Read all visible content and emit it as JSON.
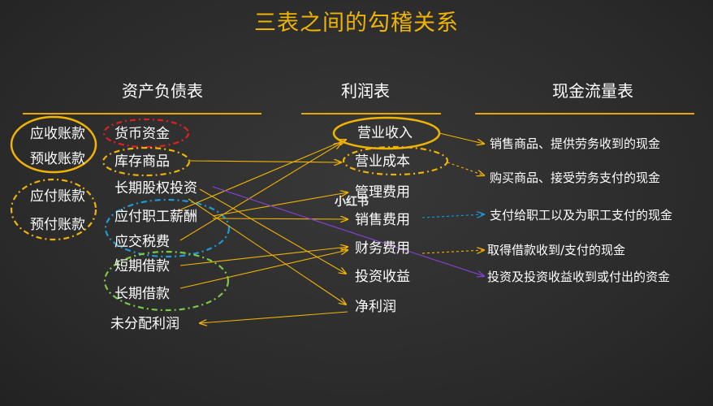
{
  "title": "三表之间的勾稽关系",
  "headers": {
    "balance_sheet": "资产负债表",
    "income_statement": "利润表",
    "cash_flow": "现金流量表"
  },
  "balance_left": {
    "receivable": "应收账款",
    "advance_received": "预收账款",
    "payable": "应付账款",
    "prepaid": "预付账款"
  },
  "balance_right": {
    "cash": "货币资金",
    "inventory": "库存商品",
    "lt_equity_invest": "长期股权投资",
    "payroll_payable": "应付职工薪酬",
    "tax_payable": "应交税费",
    "st_loan": "短期借款",
    "lt_loan": "长期借款",
    "retained_earnings": "未分配利润"
  },
  "income": {
    "revenue": "营业收入",
    "cost": "营业成本",
    "admin_exp": "管理费用",
    "sales_exp": "销售费用",
    "fin_exp": "财务费用",
    "invest_income": "投资收益",
    "net_profit": "净利润"
  },
  "cashflow": {
    "sales_cash": "销售商品、提供劳务收到的现金",
    "purchase_cash": "购买商品、接受劳务支付的现金",
    "employee_cash": "支付给职工以及为职工支付的现金",
    "borrow_cash": "取得借款收到/支付的现金",
    "invest_cash": "投资及投资收益收到或付出的资金"
  },
  "watermark": "小红书",
  "colors": {
    "gold": "#f0b400",
    "red": "#e02020",
    "blue": "#1e9bd7",
    "green": "#7ac943",
    "purple": "#8040c8",
    "text": "#ffffff"
  }
}
